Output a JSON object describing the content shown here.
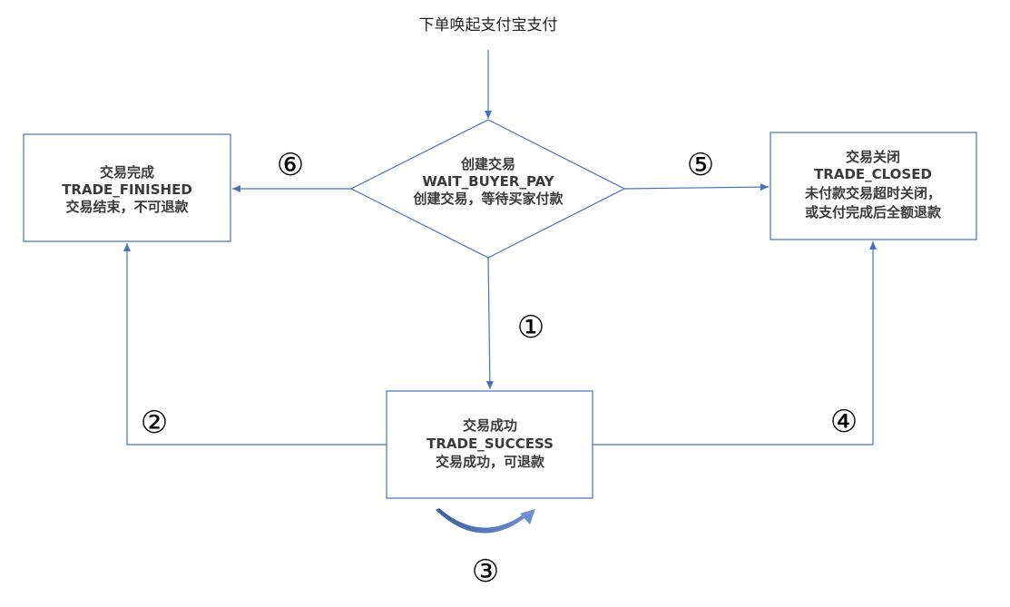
{
  "start_label": "下单唤起支付宝支付",
  "nodes": {
    "wait_buyer_pay": {
      "lines": [
        "创建交易",
        "WAIT_BUYER_PAY",
        "创建交易，等待买家付款"
      ]
    },
    "trade_finished": {
      "lines": [
        "交易完成",
        "TRADE_FINISHED",
        "交易结束，不可退款"
      ]
    },
    "trade_closed": {
      "lines": [
        "交易关闭",
        "TRADE_CLOSED",
        "未付款交易超时关闭，",
        "或支付完成后全额退款"
      ]
    },
    "trade_success": {
      "lines": [
        "交易成功",
        "TRADE_SUCCESS",
        "交易成功，可退款"
      ]
    }
  },
  "steps": [
    "①",
    "②",
    "③",
    "④",
    "⑤",
    "⑥"
  ],
  "colors": {
    "line": "#4472C4",
    "box_stroke": "#4472C4",
    "text": "#3a3a3a",
    "loop_arrow": "#4a6fb5"
  }
}
